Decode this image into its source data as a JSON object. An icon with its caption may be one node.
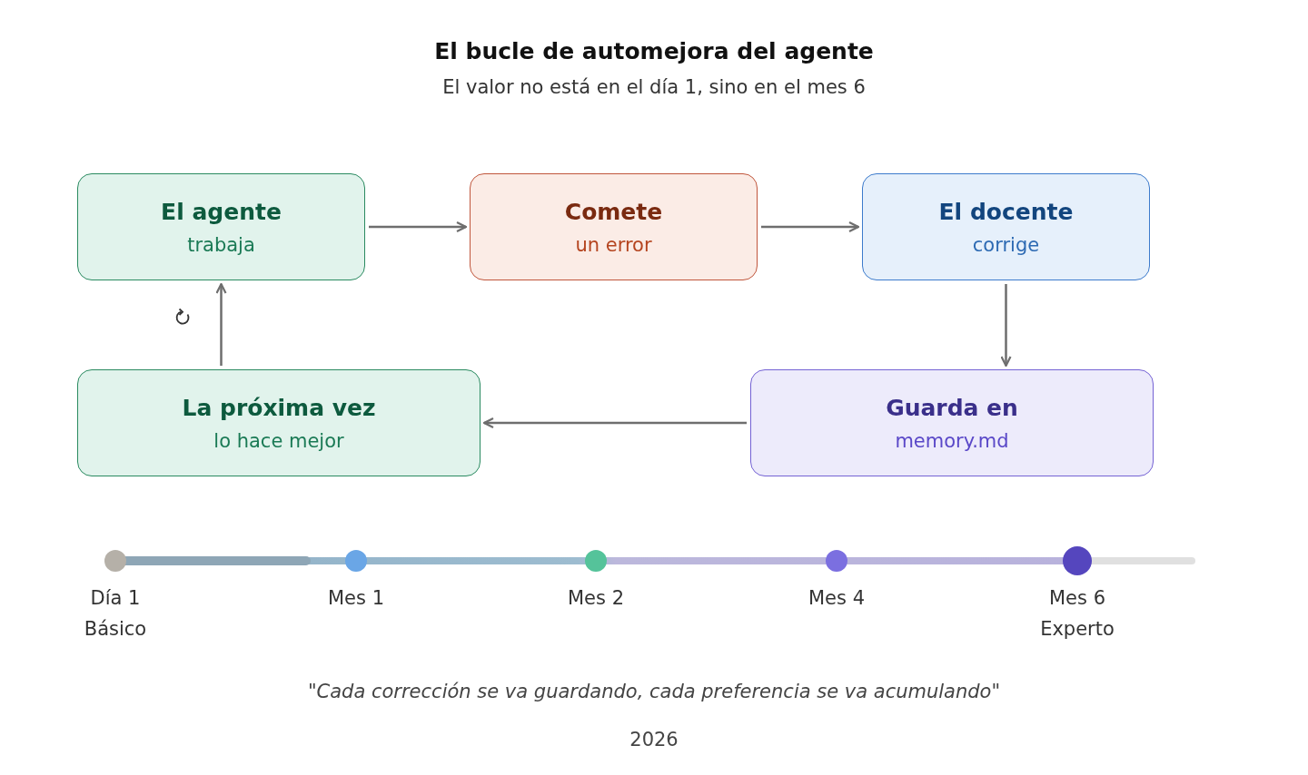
{
  "diagram": {
    "title": "El bucle de automejora del agente",
    "caption": "\"Cada corrección se va guardando, cada preferencia se va acumulando\"",
    "nodes": [
      {
        "text": [
          "El agente",
          "trabaja"
        ]
      },
      {
        "text": [
          "Comete",
          "un error"
        ]
      },
      {
        "text": [
          "El docente",
          "corrige"
        ]
      },
      {
        "text": [
          "La próxima vez",
          "lo hace mejor"
        ]
      },
      {
        "text": [
          "Guarda en",
          "memory.md"
        ]
      }
    ],
    "edges": [
      {
        "from": 0,
        "to": 1,
        "arrow": "to"
      },
      {
        "from": 1,
        "to": 2,
        "arrow": "to"
      },
      {
        "from": 2,
        "to": 4,
        "arrow": "to"
      },
      {
        "from": 4,
        "to": 3,
        "arrow": "to"
      },
      {
        "from": 3,
        "to": 0,
        "arrow": "to"
      }
    ],
    "labels": [
      "El valor no está en el día 1, sino en el mes 6",
      "Día 1",
      "Mes 1",
      "Mes 2",
      "Mes 4",
      "Mes 6",
      "Básico",
      "Experto",
      "2026"
    ]
  }
}
